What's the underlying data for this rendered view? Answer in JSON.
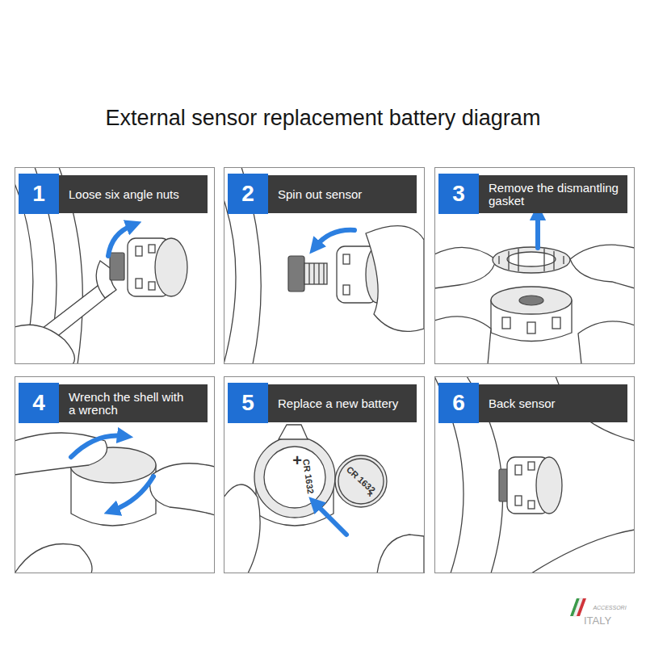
{
  "diagram": {
    "title": "External sensor replacement battery diagram",
    "nodes": [
      {
        "text": [
          "1",
          "Loose six angle nuts"
        ]
      },
      {
        "text": [
          "2",
          "Spin out sensor"
        ]
      },
      {
        "text": [
          "3",
          "Remove the dismantling gasket"
        ]
      },
      {
        "text": [
          "4",
          "Wrench the shell with a wrench"
        ]
      },
      {
        "text": [
          "5",
          "Replace a new battery"
        ]
      },
      {
        "text": [
          "6",
          "Back sensor"
        ]
      }
    ],
    "labels": [
      "CR 1632",
      "+",
      "CR 1632",
      "+",
      "ACCESSORI",
      "ITALY"
    ]
  }
}
